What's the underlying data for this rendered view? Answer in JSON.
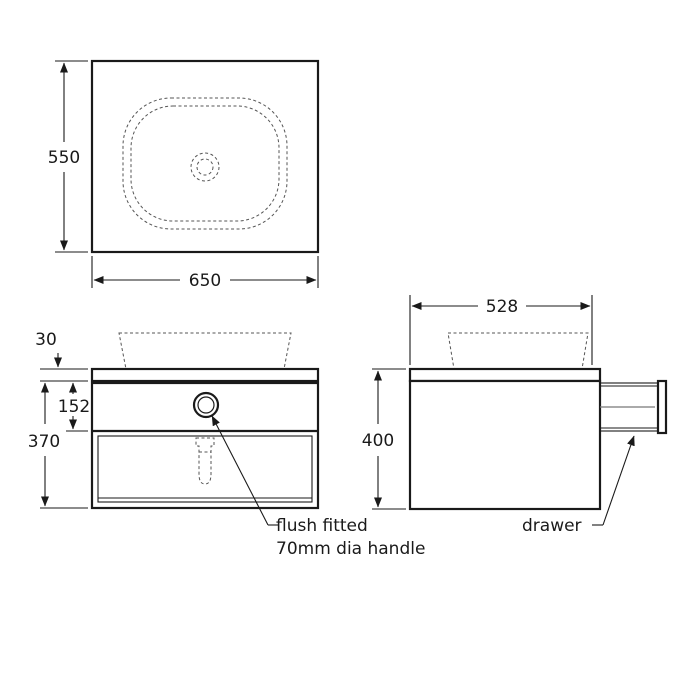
{
  "top_view": {
    "width_label": "650",
    "depth_label": "550"
  },
  "front_view": {
    "top_thickness_label": "30",
    "drawer_height_label": "152",
    "cabinet_height_label": "370",
    "handle_note_line1": "flush fitted",
    "handle_note_line2": "70mm dia handle"
  },
  "side_view": {
    "depth_label": "528",
    "height_label": "400",
    "drawer_note": "drawer"
  },
  "colors": {
    "line": "#1a1a1a",
    "hidden_line": "#555555",
    "background": "#ffffff"
  }
}
